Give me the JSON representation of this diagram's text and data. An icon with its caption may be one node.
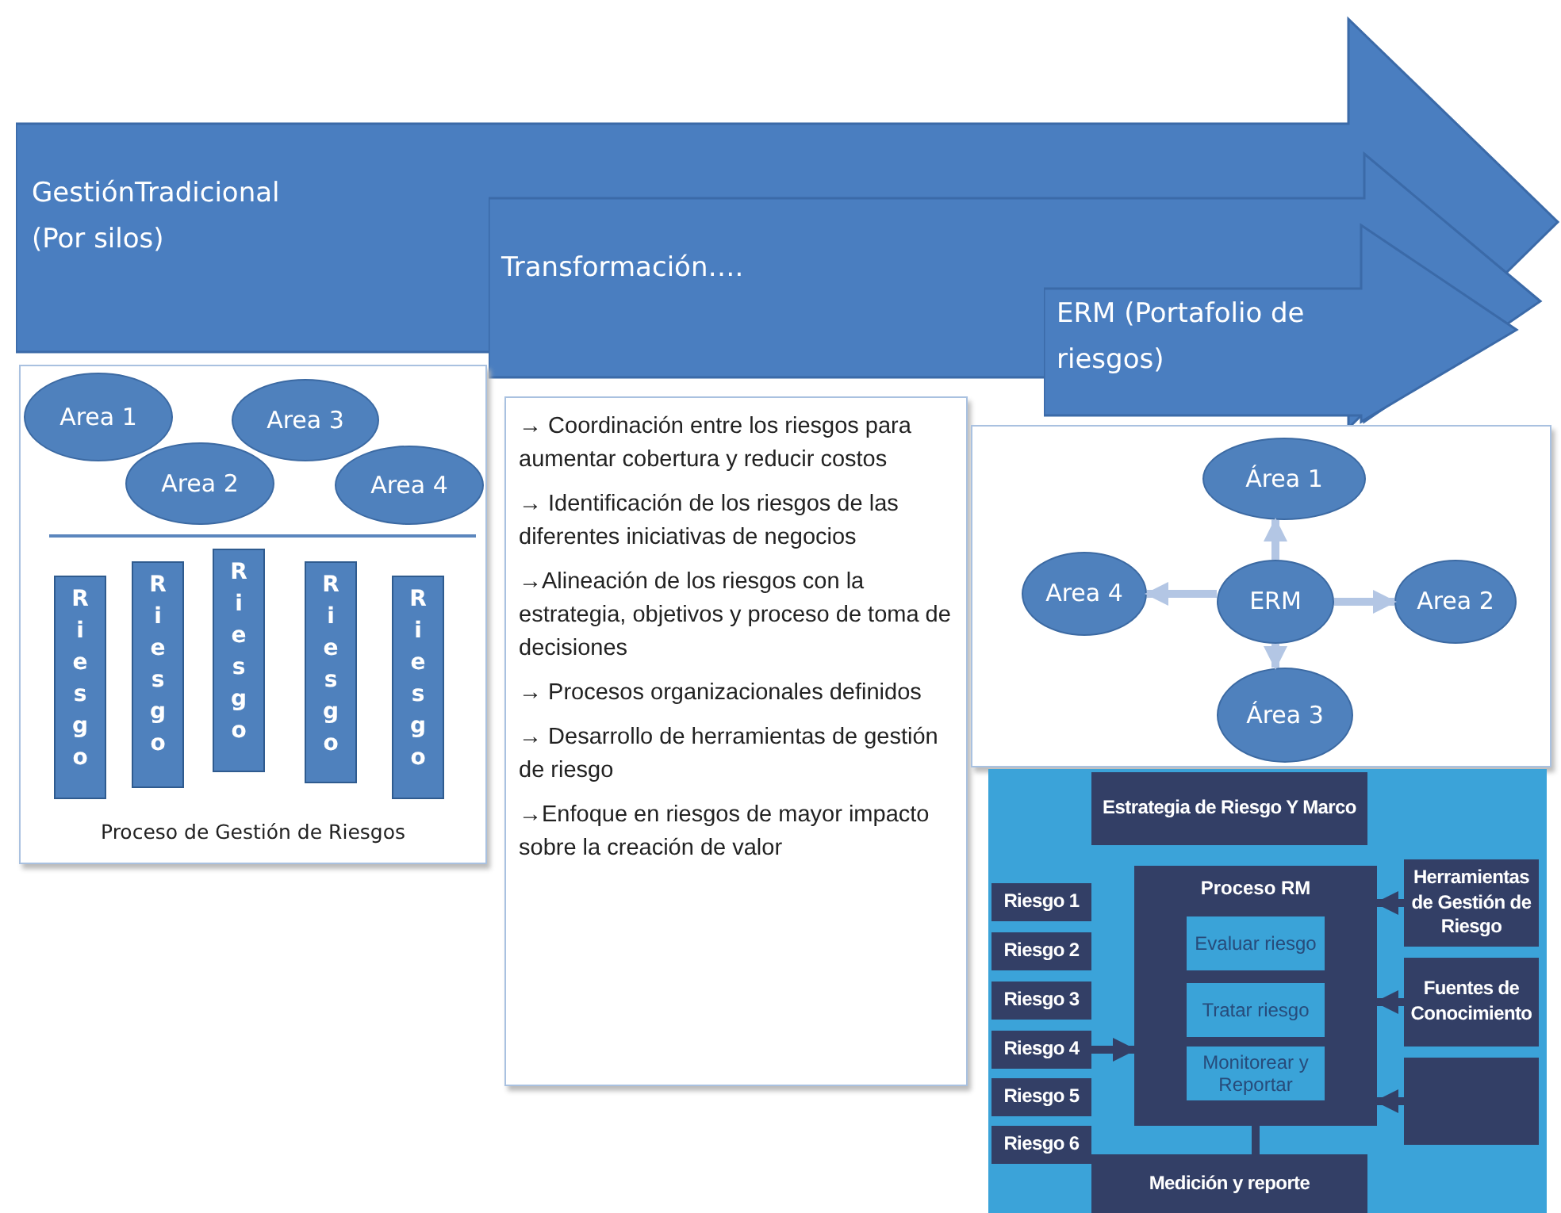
{
  "diagram": {
    "nodes": [
      {
        "text": [
          "GestiónTradicional (Por silos)"
        ]
      },
      {
        "text": [
          "Transformación…."
        ],
        "in": 0
      },
      {
        "text": [
          "ERM (Portafolio de riesgos)"
        ],
        "in": 1
      },
      {
        "text": [
          "Proceso de Gestión de Riesgos"
        ]
      },
      {
        "text": [
          "Area 1"
        ],
        "in": 3
      },
      {
        "text": [
          "Area 3"
        ],
        "in": 3
      },
      {
        "text": [
          "Area 2"
        ],
        "in": 3
      },
      {
        "text": [
          "Area 4"
        ],
        "in": 3
      },
      {
        "text": [
          "Riesgo"
        ],
        "in": 3
      },
      {
        "text": [
          "Riesgo"
        ],
        "in": 3
      },
      {
        "text": [
          "Riesgo"
        ],
        "in": 3
      },
      {
        "text": [
          "Riesgo"
        ],
        "in": 3
      },
      {
        "text": [
          "Riesgo"
        ],
        "in": 3
      },
      {
        "text": [
          "→ Coordinación entre los riesgos para aumentar cobertura y reducir costos",
          "→ Identificación de los riesgos de las diferentes iniciativas de negocios",
          "→Alineación de los riesgos con la estrategia, objetivos y proceso de toma de decisiones",
          "→ Procesos organizacionales definidos",
          "→ Desarrollo de herramientas de gestión de riesgo",
          "→Enfoque en riesgos de mayor impacto sobre la creación de valor"
        ]
      },
      {
        "text": [],
        "shape": "box"
      },
      {
        "text": [
          "Área 1"
        ],
        "in": 14
      },
      {
        "text": [
          "Area 4"
        ],
        "in": 14
      },
      {
        "text": [
          "ERM"
        ],
        "in": 14
      },
      {
        "text": [
          "Area 2"
        ],
        "in": 14
      },
      {
        "text": [
          "Área 3"
        ],
        "in": 14
      },
      {
        "text": [],
        "shape": "box"
      },
      {
        "text": [
          "Estrategia de Riesgo Y Marco"
        ],
        "in": 20
      },
      {
        "text": [
          "Proceso RM"
        ],
        "in": 20
      },
      {
        "text": [
          "Evaluar riesgo"
        ],
        "in": 22
      },
      {
        "text": [
          "Tratar riesgo"
        ],
        "in": 22
      },
      {
        "text": [
          "Monitorear y Reportar"
        ],
        "in": 22
      },
      {
        "text": [
          "Riesgo 1"
        ],
        "in": 20
      },
      {
        "text": [
          "Riesgo 2"
        ],
        "in": 20
      },
      {
        "text": [
          "Riesgo 3"
        ],
        "in": 20
      },
      {
        "text": [
          "Riesgo 4"
        ],
        "in": 20
      },
      {
        "text": [
          "Riesgo 5"
        ],
        "in": 20
      },
      {
        "text": [
          "Riesgo 6"
        ],
        "in": 20
      },
      {
        "text": [
          "Herramientas de Gestión de Riesgo"
        ],
        "in": 20
      },
      {
        "text": [
          "Fuentes de Conocimiento"
        ],
        "in": 20
      },
      {
        "text": [],
        "shape": "box",
        "in": 20
      },
      {
        "text": [
          "Medición y reporte"
        ],
        "in": 20
      }
    ],
    "edges": [
      {
        "from": 17,
        "to": 15,
        "arrow": "to",
        "color": "#b3c6e4"
      },
      {
        "from": 17,
        "to": 16,
        "arrow": "to",
        "color": "#b3c6e4"
      },
      {
        "from": 17,
        "to": 18,
        "arrow": "to",
        "color": "#b3c6e4"
      },
      {
        "from": 17,
        "to": 19,
        "arrow": "to",
        "color": "#b3c6e4"
      },
      {
        "from": 29,
        "to": 22,
        "arrow": "to"
      },
      {
        "from": 32,
        "to": 22,
        "arrow": "to"
      },
      {
        "from": 33,
        "to": 22,
        "arrow": "to"
      },
      {
        "from": 34,
        "to": 22,
        "arrow": "to"
      },
      {
        "from": 22,
        "to": 35,
        "arrow": "none"
      }
    ]
  }
}
